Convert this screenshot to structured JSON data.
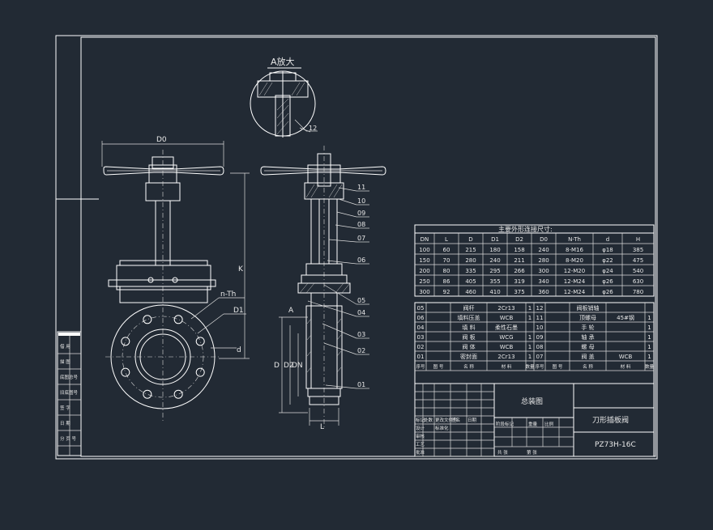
{
  "enlarged_view_label": "A放大",
  "view_marker": "A",
  "part_callouts": [
    "12",
    "11",
    "10",
    "09",
    "08",
    "07",
    "06",
    "05",
    "04",
    "03",
    "02",
    "01"
  ],
  "dims_front": {
    "d0": "D0",
    "k": "K",
    "n_th": "n-Th",
    "d1": "D1",
    "d": "d"
  },
  "dims_side": {
    "d": "D",
    "d2": "D2",
    "dn": "DN",
    "l": "L"
  },
  "dim_table": {
    "title": "主要外形连接尺寸:",
    "headers": [
      "DN",
      "L",
      "D",
      "D1",
      "D2",
      "D0",
      "N-Th",
      "d",
      "H"
    ],
    "rows": [
      [
        "100",
        "60",
        "215",
        "180",
        "158",
        "240",
        "8-M16",
        "φ18",
        "385"
      ],
      [
        "150",
        "70",
        "280",
        "240",
        "211",
        "280",
        "8-M20",
        "φ22",
        "475"
      ],
      [
        "200",
        "80",
        "335",
        "295",
        "266",
        "300",
        "12-M20",
        "φ24",
        "540"
      ],
      [
        "250",
        "86",
        "405",
        "355",
        "319",
        "340",
        "12-M24",
        "φ26",
        "630"
      ],
      [
        "300",
        "92",
        "460",
        "410",
        "375",
        "360",
        "12-M24",
        "φ26",
        "780"
      ]
    ]
  },
  "parts_table": {
    "left_rows": [
      [
        "05",
        "阀杆",
        "2Cr13",
        "1"
      ],
      [
        "06",
        "填料压盖",
        "WCB",
        "1"
      ],
      [
        "04",
        "填 料",
        "柔性石墨",
        ""
      ],
      [
        "03",
        "阀 板",
        "WCG",
        "1"
      ],
      [
        "02",
        "阀 体",
        "WCB",
        "1"
      ],
      [
        "01",
        "密封面",
        "2Cr13",
        "1"
      ]
    ],
    "right_rows": [
      [
        "12",
        "阀板销轴",
        "",
        ""
      ],
      [
        "11",
        "顶螺母",
        "45#钢",
        "1"
      ],
      [
        "10",
        "手 轮",
        "",
        "1"
      ],
      [
        "09",
        "轴 承",
        "",
        "1"
      ],
      [
        "08",
        "螺 母",
        "",
        "1"
      ],
      [
        "07",
        "阀 盖",
        "WCB",
        "1"
      ]
    ],
    "header": [
      "序号",
      "图 号",
      "名 称",
      "材 料",
      "数量",
      "序号",
      "图 号",
      "名 称",
      "材 料",
      "数量"
    ]
  },
  "title_block": {
    "drawing_type": "总装图",
    "product_name": "刀形插板阀",
    "drawing_number": "PZ73H-16C",
    "small_labels": [
      "标记",
      "处数",
      "更改文件号",
      "签名",
      "日期",
      "设计",
      "标准化",
      "阶段标记",
      "重量",
      "比例",
      "审核",
      "工艺",
      "批准",
      "共 张",
      "第 张"
    ]
  },
  "side_strip_labels": [
    "借 用",
    "描 图",
    "底图总号",
    "旧底图号",
    "签 字",
    "日 期",
    "分 页 号"
  ]
}
